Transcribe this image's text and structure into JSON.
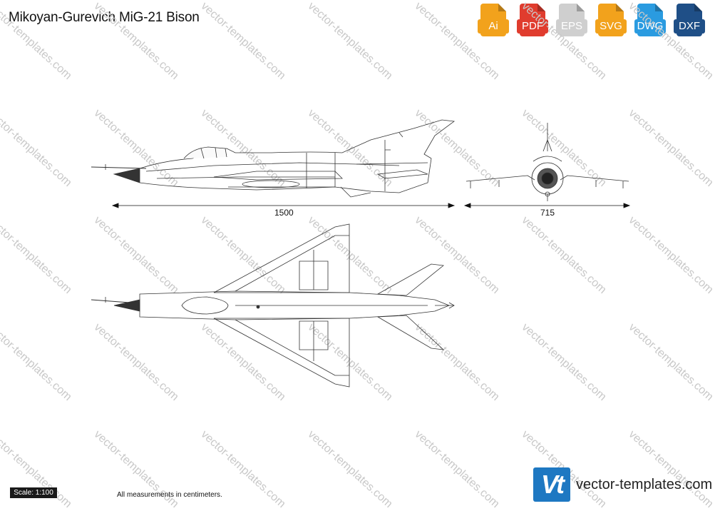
{
  "title": "Mikoyan-Gurevich MiG-21 Bison",
  "formats": [
    {
      "label": "Ai",
      "color": "#f2a21c",
      "icon": "illustrator-file-icon"
    },
    {
      "label": "PDF",
      "color": "#e03c2e",
      "icon": "pdf-file-icon"
    },
    {
      "label": "EPS",
      "color": "#cfcfcf",
      "icon": "eps-file-icon"
    },
    {
      "label": "SVG",
      "color": "#f2a21c",
      "icon": "svg-file-icon"
    },
    {
      "label": "DWG",
      "color": "#2a9be0",
      "icon": "dwg-file-icon"
    },
    {
      "label": "DXF",
      "color": "#1f4f87",
      "icon": "dxf-file-icon"
    }
  ],
  "dimensions": {
    "length": "1500",
    "wingspan": "715"
  },
  "scale": "Scale: 1:100",
  "note": "All measurements in centimeters.",
  "brand": {
    "logo": "Vt",
    "site": "vector-templates.com"
  },
  "watermark": "vector-templates.com"
}
